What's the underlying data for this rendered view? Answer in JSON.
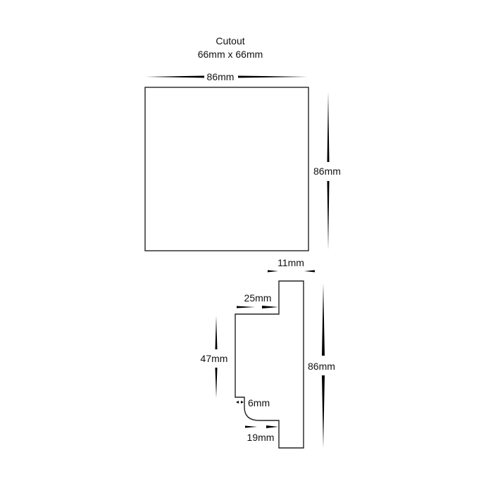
{
  "front_view": {
    "cutout_title": "Cutout",
    "cutout_size": "66mm x 66mm",
    "width_label": "86mm",
    "height_label": "86mm"
  },
  "side_view": {
    "top_depth_label": "11mm",
    "step_depth_label": "25mm",
    "body_height_label": "47mm",
    "overall_height_label": "86mm",
    "recess_label": "6mm",
    "bottom_depth_label": "19mm"
  }
}
